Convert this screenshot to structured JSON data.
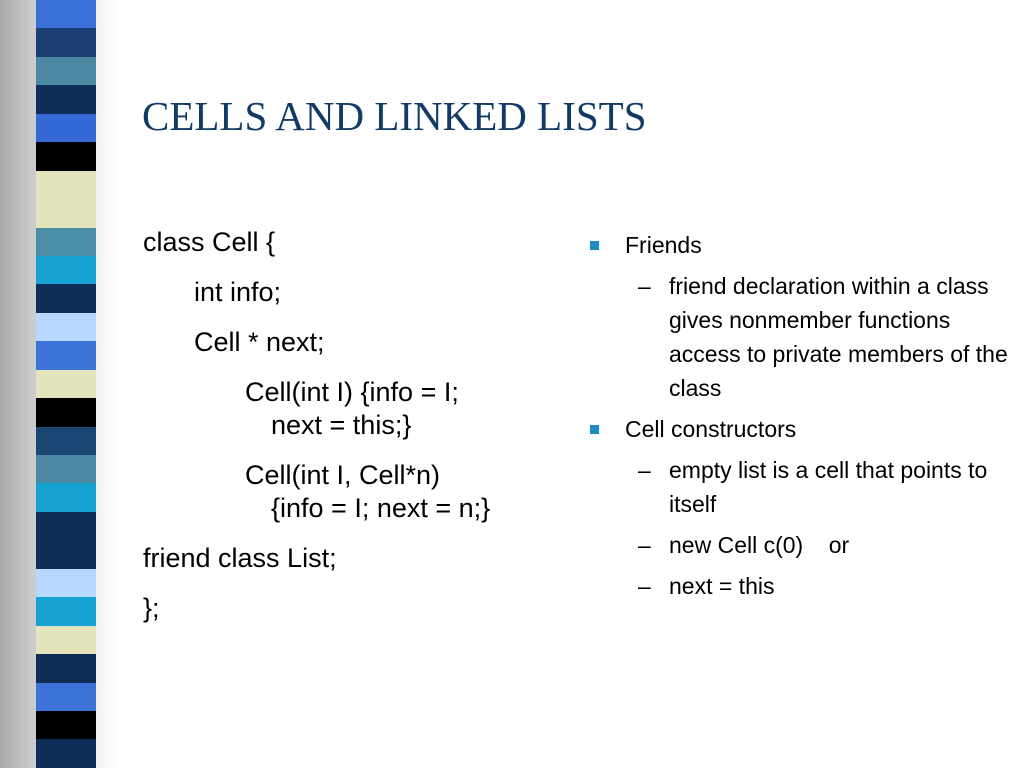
{
  "slide": {
    "title": "CELLS AND LINKED LISTS",
    "colors": {
      "title": "#123a66",
      "bullet": "#1a8cc8"
    },
    "decoration": {
      "stripe_colors": [
        "#3a6fd8",
        "#1b3f73",
        "#4b89a3",
        "#0f2d59",
        "#3569d6",
        "#000000",
        "#e4e4bc",
        "#e4e4bc",
        "#4c8ea6",
        "#16a3d3",
        "#0e2e57",
        "#b9d8ff",
        "#3d72d8",
        "#e4e4bc",
        "#000000",
        "#1b4573",
        "#4b89a3",
        "#16a3d3",
        "#0e2e57",
        "#0e2e57",
        "#b9d8ff",
        "#16a3d3",
        "#e4e4bc",
        "#0e2e57",
        "#3d72d8",
        "#000000",
        "#0f2d59"
      ]
    }
  },
  "code": {
    "lines": [
      "class Cell {",
      "int info;",
      "Cell * next;",
      "Cell(int I) {info = I;",
      "next = this;}",
      "Cell(int I, Cell*n)",
      "{info = I; next = n;}",
      "friend class List;",
      "};"
    ]
  },
  "notes": {
    "friends": {
      "label": "Friends",
      "sub1": "friend declaration within a class gives nonmember functions access to private members of the class"
    },
    "constructors": {
      "label": "Cell constructors",
      "sub1": "empty list is a cell that points to itself",
      "sub2": "new Cell c(0)    or",
      "sub3": "next = this"
    },
    "dash": "–"
  }
}
